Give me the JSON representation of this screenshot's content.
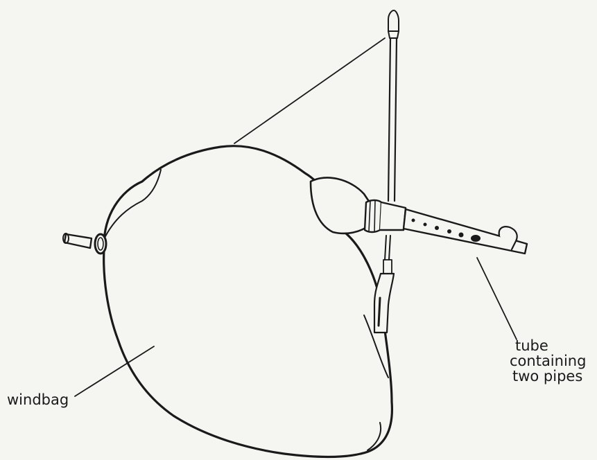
{
  "labels": {
    "windbag": "windbag",
    "tube_line1": "tube",
    "tube_line2": "containing",
    "tube_line3": "two pipes"
  },
  "colors": {
    "ink": "#1a1a1a",
    "paper": "#f5f5f2"
  }
}
